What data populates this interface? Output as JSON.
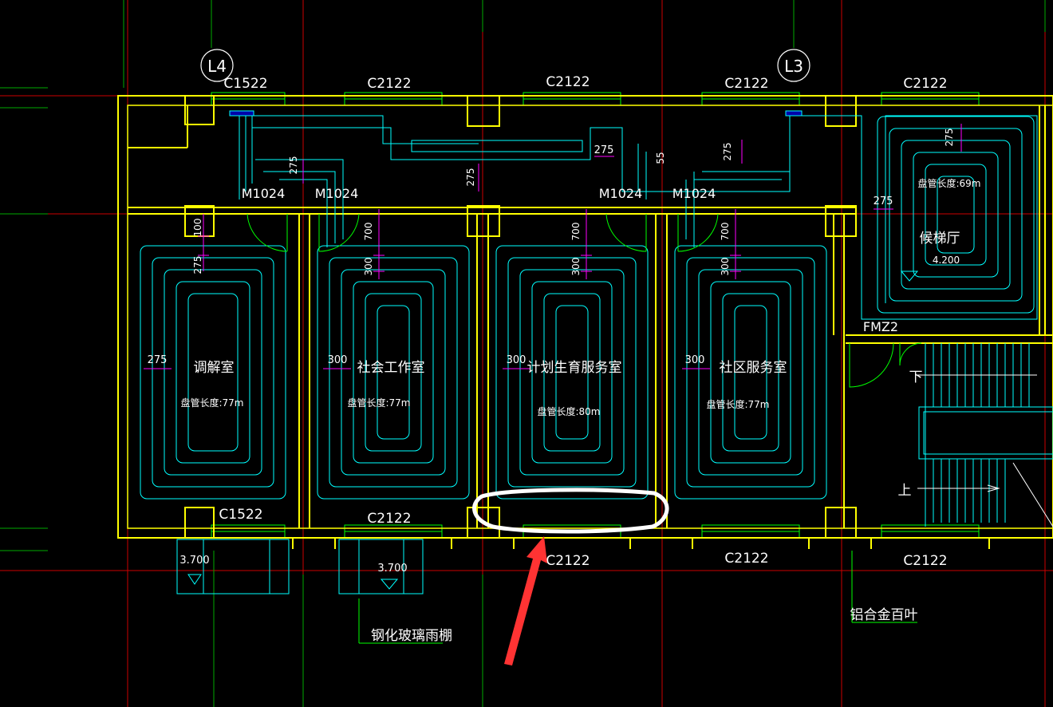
{
  "axes": {
    "left_axis": "L4",
    "right_axis": "L3"
  },
  "top_windows": [
    "C1522",
    "C2122",
    "C2122",
    "C2122",
    "C2122"
  ],
  "bottom_windows": [
    "C1522",
    "C2122",
    "C2122",
    "C2122",
    "C2122"
  ],
  "doors": [
    "M1024",
    "M1024",
    "M1024",
    "M1024"
  ],
  "fire_door": "FMZ2",
  "rooms": [
    {
      "name": "调解室",
      "pipe_length": "盘管长度:77m",
      "pipe_spacing": "275"
    },
    {
      "name": "社会工作室",
      "pipe_length": "盘管长度:77m",
      "pipe_spacing": "300"
    },
    {
      "name": "计划生育服务室",
      "pipe_length": "盘管长度:80m",
      "pipe_spacing": "300"
    },
    {
      "name": "社区服务室",
      "pipe_length": "盘管长度:77m",
      "pipe_spacing": "300"
    },
    {
      "name": "候梯厅",
      "pipe_length": "盘管长度:69m",
      "pipe_spacing": "275",
      "elevation": "4.200"
    }
  ],
  "dimensions": {
    "d100": "100",
    "d275": "275",
    "d300": "300",
    "d700": "700",
    "d55": "55"
  },
  "stair": {
    "down_label": "下",
    "up_label": "上"
  },
  "canopies": [
    {
      "elevation": "3.700"
    },
    {
      "elevation": "3.700"
    }
  ],
  "notes": {
    "glass_canopy": "钢化玻璃雨棚",
    "aluminum_louver": "铝合金百叶"
  },
  "colors": {
    "background": "#000000",
    "wall": "#ffff00",
    "pipe": "#00ffff",
    "dimension": "#ff00ff",
    "window": "#00ff00",
    "grid_red": "#cc0000",
    "grid_green": "#00aa00",
    "text": "#ffffff",
    "highlight": "#ffffff",
    "arrow": "#ff3333"
  }
}
